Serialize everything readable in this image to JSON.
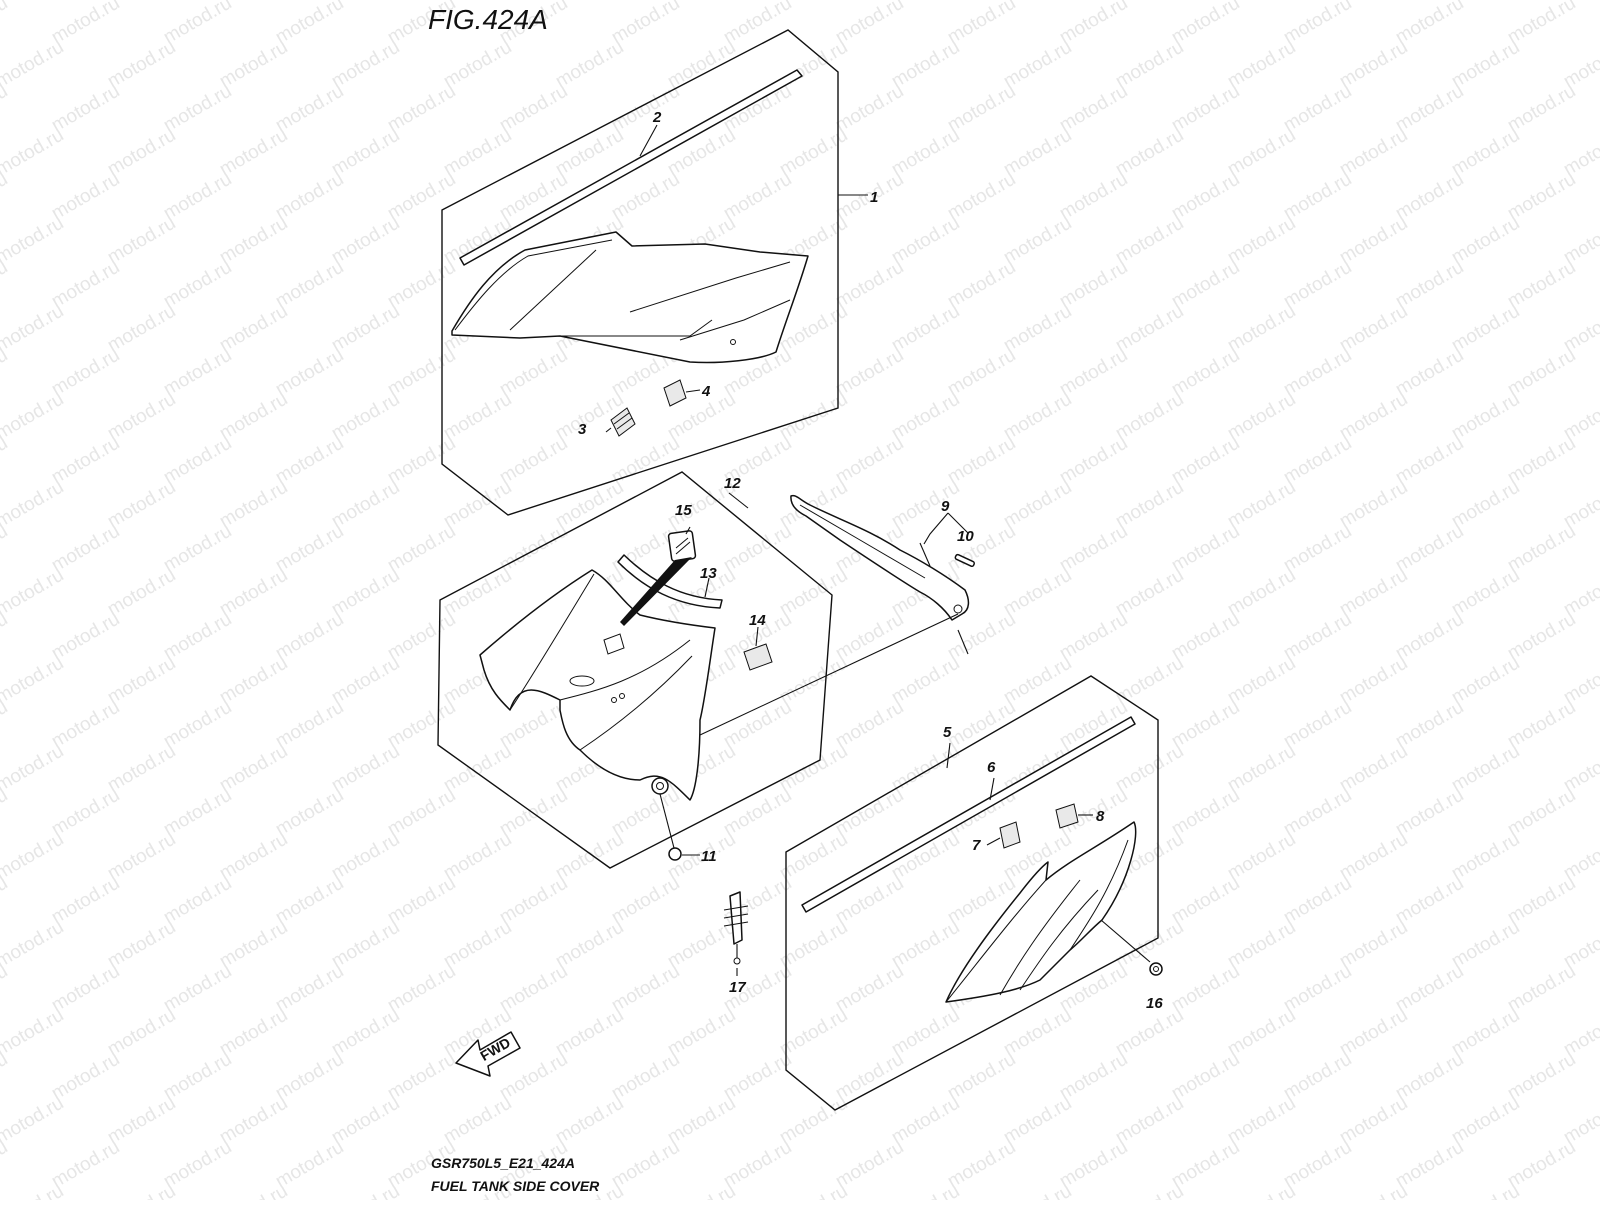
{
  "figure": {
    "title": "FIG.424A",
    "code": "GSR750L5_E21_424A",
    "caption": "FUEL TANK SIDE COVER",
    "watermark": "motod.ru",
    "direction_label": "FWD"
  },
  "callouts": {
    "c1": "1",
    "c2": "2",
    "c3": "3",
    "c4": "4",
    "c5": "5",
    "c6": "6",
    "c7": "7",
    "c8": "8",
    "c9": "9",
    "c10": "10",
    "c11": "11",
    "c12": "12",
    "c13": "13",
    "c14": "14",
    "c15": "15",
    "c16": "16",
    "c17": "17"
  }
}
